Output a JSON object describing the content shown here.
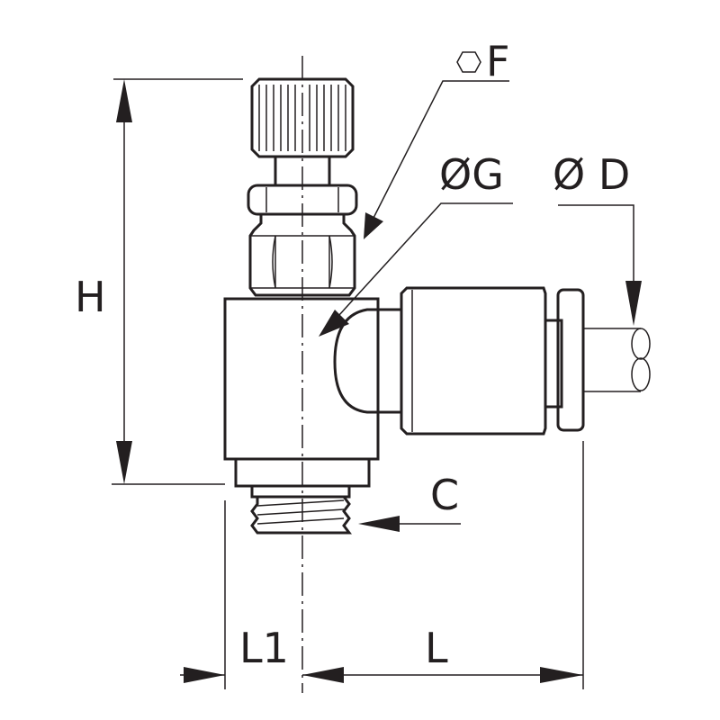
{
  "labels": {
    "F": "F",
    "G": "ØG",
    "D": "Ø D",
    "H": "H",
    "C": "C",
    "L1": "L1",
    "L": "L"
  },
  "colors": {
    "line": "#231f20",
    "background": "#ffffff"
  }
}
